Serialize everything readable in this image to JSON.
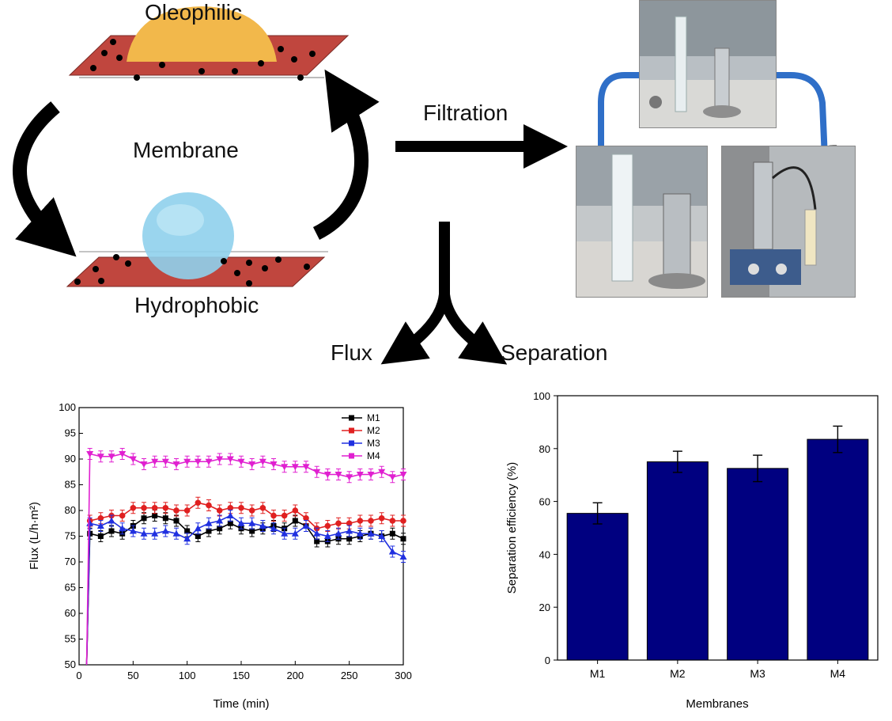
{
  "diagram": {
    "label_top": "Oleophilic",
    "label_middle": "Membrane",
    "label_bottom": "Hydrophobic",
    "label_filtration": "Filtration",
    "label_flux": "Flux",
    "label_separation": "Separation"
  },
  "colors": {
    "membrane": "#c0463e",
    "oil_drop": "#f2b84b",
    "water_drop": "#8fd0ec",
    "arrow": "#000000",
    "photo_arrow": "#2f6fc8",
    "bar": "#000080",
    "M1": "#000000",
    "M2": "#e02020",
    "M3": "#2030e0",
    "M4": "#e020d0"
  },
  "photos": [
    {
      "name": "setup-photo-top",
      "icon": "filtration-apparatus-photo"
    },
    {
      "name": "setup-photo-left",
      "icon": "graduated-cylinder-photo"
    },
    {
      "name": "setup-photo-right",
      "icon": "stirrer-filter-photo"
    }
  ],
  "chart_data": [
    {
      "type": "line",
      "xlabel": "Time (min)",
      "ylabel": "Flux (L/h·m²)",
      "xlim": [
        0,
        300
      ],
      "ylim": [
        50,
        100
      ],
      "xticks": [
        0,
        50,
        100,
        150,
        200,
        250,
        300
      ],
      "yticks": [
        50,
        55,
        60,
        65,
        70,
        75,
        80,
        85,
        90,
        95,
        100
      ],
      "legend_position": "top-right",
      "x": [
        10,
        20,
        30,
        40,
        50,
        60,
        70,
        80,
        90,
        100,
        110,
        120,
        130,
        140,
        150,
        160,
        170,
        180,
        190,
        200,
        210,
        220,
        230,
        240,
        250,
        260,
        270,
        280,
        290,
        300
      ],
      "series": [
        {
          "name": "M1",
          "marker": "square",
          "start": 50,
          "values": [
            75.5,
            75,
            76,
            75.5,
            77,
            78.5,
            79,
            78.5,
            78,
            76,
            75,
            76,
            76.5,
            77.5,
            76.5,
            76,
            76.5,
            77,
            76.5,
            78,
            77,
            74,
            74,
            74.5,
            74.5,
            75,
            75.5,
            75,
            75.5,
            74.5
          ]
        },
        {
          "name": "M2",
          "marker": "circle",
          "start": 50,
          "values": [
            78,
            78.5,
            79,
            79,
            80.5,
            80.5,
            80.5,
            80.5,
            80,
            80,
            81.5,
            81,
            80,
            80.5,
            80.5,
            80,
            80.5,
            79,
            79,
            80,
            78.5,
            76.5,
            77,
            77.5,
            77.5,
            78,
            78,
            78.5,
            78,
            78
          ]
        },
        {
          "name": "M3",
          "marker": "triangle-up",
          "start": 50,
          "values": [
            77.5,
            77,
            78,
            76.5,
            76,
            75.5,
            75.5,
            76,
            75.5,
            74.5,
            76.5,
            77.5,
            78,
            79,
            77.5,
            77.5,
            77,
            76.5,
            75.5,
            75.5,
            77,
            75.5,
            75,
            75.5,
            76,
            75.5,
            75.5,
            75,
            72,
            71
          ]
        },
        {
          "name": "M4",
          "marker": "triangle-down",
          "start": 50,
          "values": [
            91,
            90.5,
            90.5,
            91,
            90,
            89,
            89.5,
            89.5,
            89,
            89.5,
            89.5,
            89.5,
            90,
            90,
            89.5,
            89,
            89.5,
            89,
            88.5,
            88.5,
            88.5,
            87.5,
            87,
            87,
            86.5,
            87,
            87,
            87.5,
            86.5,
            87
          ]
        }
      ]
    },
    {
      "type": "bar",
      "xlabel": "Membranes",
      "ylabel": "Separation efficiency (%)",
      "ylim": [
        0,
        100
      ],
      "yticks": [
        0,
        20,
        40,
        60,
        80,
        100
      ],
      "categories": [
        "M1",
        "M2",
        "M3",
        "M4"
      ],
      "values": [
        55.5,
        75,
        72.5,
        83.5
      ],
      "errors": [
        4,
        4,
        5,
        5
      ]
    }
  ]
}
